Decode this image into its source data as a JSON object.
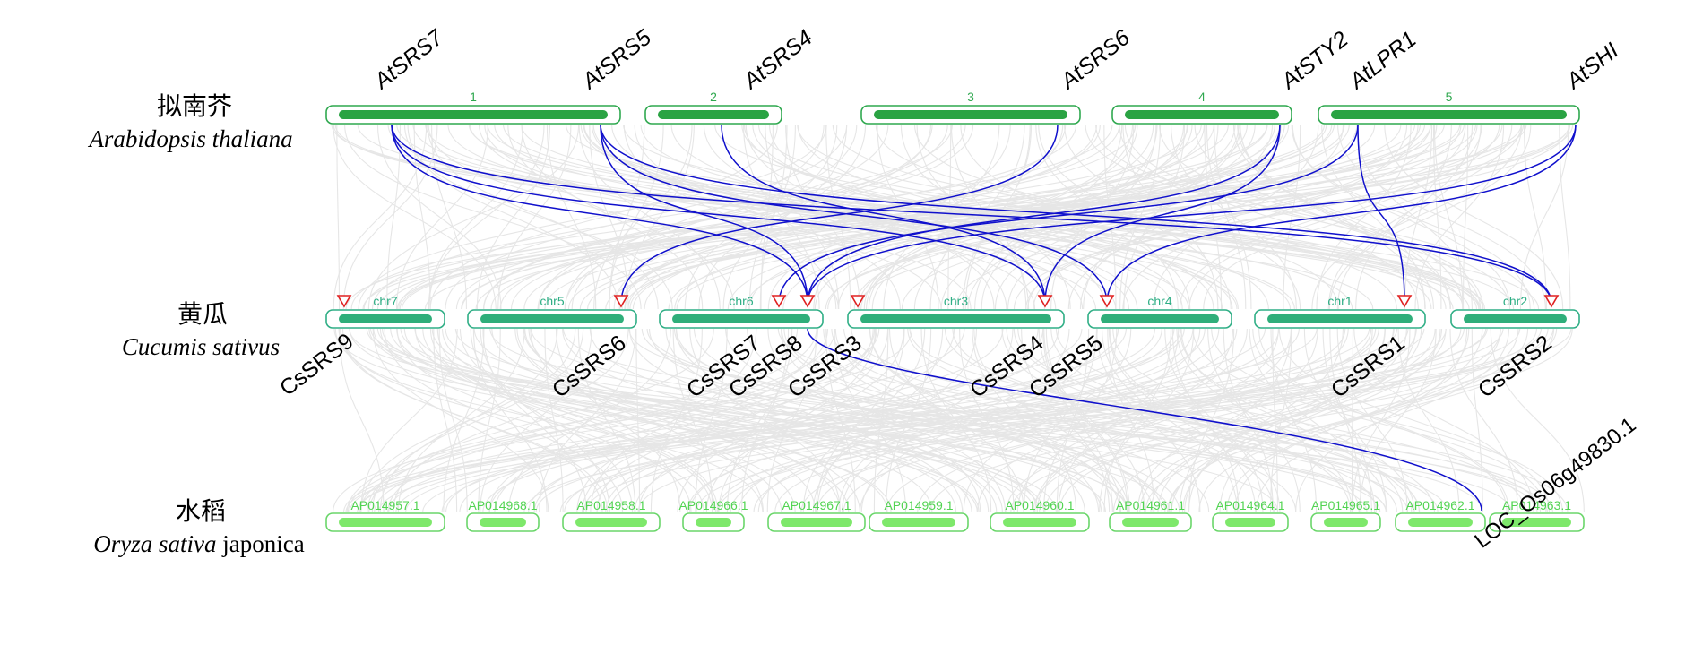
{
  "colors": {
    "arabidopsis_box": "#2fa84f",
    "arabidopsis_bar": "#2aa343",
    "cucumber_box": "#2fae85",
    "cucumber_bar": "#2fae7a",
    "rice_box": "#6ad66a",
    "rice_bar": "#7ee86b",
    "rice_label": "#52d452",
    "link_blue": "#1010cc",
    "background_links": "#e6e6e6",
    "marker_red": "#e02020"
  },
  "species": [
    {
      "cn": "拟南芥",
      "latin": "Arabidopsis thaliana",
      "latin_extra": ""
    },
    {
      "cn": "黄瓜",
      "latin": "Cucumis sativus",
      "latin_extra": ""
    },
    {
      "cn": "水稻",
      "latin": "Oryza sativa",
      "latin_extra": " japonica"
    }
  ],
  "arabidopsis": {
    "chromosomes": [
      "1",
      "2",
      "3",
      "4",
      "5"
    ],
    "genes": [
      "AtSRS7",
      "AtSRS5",
      "AtSRS4",
      "AtSRS6",
      "AtSTY2",
      "AtLPR1",
      "AtSHI"
    ]
  },
  "cucumber": {
    "chromosomes": [
      "chr7",
      "chr5",
      "chr6",
      "chr3",
      "chr4",
      "chr1",
      "chr2"
    ],
    "genes": [
      "CsSRS9",
      "CsSRS6",
      "CsSRS7",
      "CsSRS8",
      "CsSRS3",
      "CsSRS4",
      "CsSRS5",
      "CsSRS1",
      "CsSRS2"
    ]
  },
  "rice": {
    "chromosomes": [
      "AP014957.1",
      "AP014968.1",
      "AP014958.1",
      "AP014966.1",
      "AP014967.1",
      "AP014959.1",
      "AP014960.1",
      "AP014961.1",
      "AP014964.1",
      "AP014965.1",
      "AP014962.1",
      "AP014963.1"
    ],
    "genes": [
      "LOC_Os06g49830.1"
    ]
  },
  "links": [
    {
      "from": "AtSRS7",
      "to": "CsSRS8"
    },
    {
      "from": "AtSRS7",
      "to": "CsSRS4"
    },
    {
      "from": "AtSRS7",
      "to": "CsSRS2"
    },
    {
      "from": "AtSRS5",
      "to": "CsSRS8"
    },
    {
      "from": "AtSRS5",
      "to": "CsSRS5"
    },
    {
      "from": "AtSRS5",
      "to": "CsSRS2"
    },
    {
      "from": "AtSRS4",
      "to": "CsSRS4"
    },
    {
      "from": "AtSRS6",
      "to": "CsSRS6"
    },
    {
      "from": "AtSTY2",
      "to": "CsSRS8"
    },
    {
      "from": "AtSTY2",
      "to": "CsSRS4"
    },
    {
      "from": "AtLPR1",
      "to": "CsSRS7"
    },
    {
      "from": "AtLPR1",
      "to": "CsSRS1"
    },
    {
      "from": "AtSHI",
      "to": "CsSRS8"
    },
    {
      "from": "AtSHI",
      "to": "CsSRS5"
    },
    {
      "from": "CsSRS8",
      "to": "LOC_Os06g49830.1"
    }
  ]
}
